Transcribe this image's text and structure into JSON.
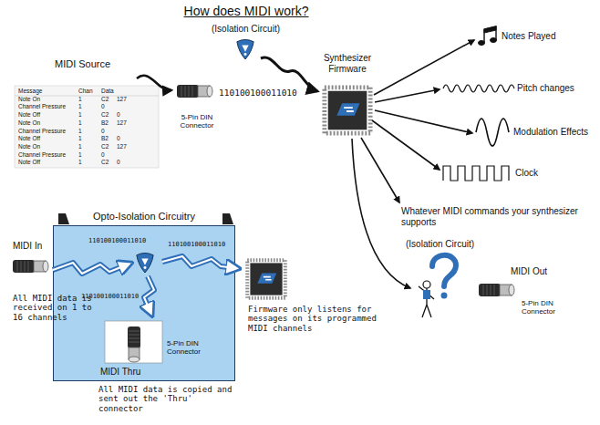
{
  "diagram": {
    "title": "How does MIDI work?",
    "nodes": [
      {
        "text": [
          "Opto-Isolation Circuitry",
          "110100100011010",
          "110100100011010",
          "110100100011010",
          "5-Pin DIN Connector"
        ]
      }
    ],
    "labels": [
      "MIDI Source",
      "Message",
      "Chan",
      "Data",
      "Note On",
      "1",
      "C2",
      "127",
      "Channel Pressure",
      "1",
      "0",
      "Note Off",
      "1",
      "C2",
      "0",
      "Note On",
      "1",
      "B2",
      "127",
      "Channel Pressure",
      "1",
      "0",
      "Note Off",
      "1",
      "B2",
      "0",
      "Note On",
      "1",
      "C2",
      "127",
      "Channel Pressure",
      "1",
      "0",
      "Note Off",
      "1",
      "C2",
      "0",
      "5-Pin DIN Connector",
      "(Isolation Circuit)",
      "110100100011010",
      "Synthesizer Firmware",
      "Notes Played",
      "Pitch changes",
      "Modulation Effects",
      "Clock",
      "Whatever MIDI commands your synthesizer supports",
      "(Isolation Circuit)",
      "MIDI Out",
      "5-Pin DIN Connector",
      "MIDI In",
      "All MIDI data is received on 1 to 16 channels",
      "Firmware only listens for messages on its programmed MIDI channels",
      "MIDI Thru",
      "All MIDI data is copied and sent out the 'Thru' connector"
    ]
  }
}
